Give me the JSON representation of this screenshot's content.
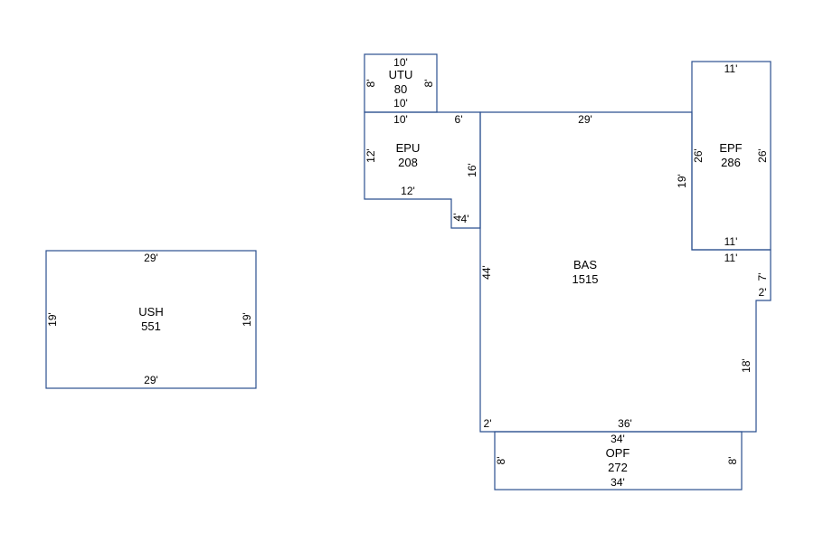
{
  "diagram": {
    "line_color": "#2b4f8f",
    "areas": {
      "utu": {
        "code": "UTU",
        "area": "80"
      },
      "epu": {
        "code": "EPU",
        "area": "208"
      },
      "bas": {
        "code": "BAS",
        "area": "1515"
      },
      "epf": {
        "code": "EPF",
        "area": "286"
      },
      "opf": {
        "code": "OPF",
        "area": "272"
      },
      "ush": {
        "code": "USH",
        "area": "551"
      }
    },
    "dims": {
      "utu_top": "10'",
      "utu_bottom": "10'",
      "utu_left": "8'",
      "utu_right": "8'",
      "epu_top": "10'",
      "epu_top_right": "6'",
      "epu_left": "12'",
      "epu_bottom": "12'",
      "epu_right": "16'",
      "epu_notch_v": "4'",
      "epu_notch_h": "4'",
      "bas_top": "29'",
      "bas_left": "44'",
      "bas_right_upper": "19'",
      "bas_right_lower": "11'",
      "bas_step_v": "7'",
      "bas_step_h": "2'",
      "bas_right_bottom": "18'",
      "bas_bottom": "36'",
      "bas_bottom_left": "2'",
      "epf_top": "11'",
      "epf_bottom": "11'",
      "epf_left": "26'",
      "epf_right": "26'",
      "opf_top": "34'",
      "opf_bottom": "34'",
      "opf_left": "8'",
      "opf_right": "8'",
      "ush_top": "29'",
      "ush_bottom": "29'",
      "ush_left": "19'",
      "ush_right": "19'"
    }
  }
}
